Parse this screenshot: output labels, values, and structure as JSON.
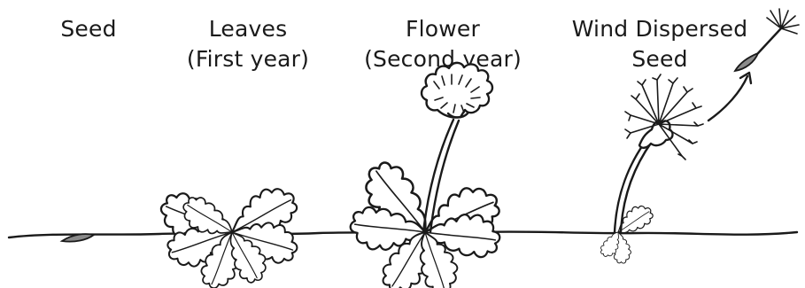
{
  "stages": [
    {
      "lines": [
        "Seed"
      ]
    },
    {
      "lines": [
        "Leaves",
        "(First year)"
      ]
    },
    {
      "lines": [
        "Flower",
        "(Second year)"
      ]
    },
    {
      "lines": [
        "Wind Dispersed",
        "Seed"
      ]
    }
  ],
  "colors": {
    "ink": "#1a1a1a",
    "seed_fill": "#8a8a8a",
    "background": "#ffffff"
  }
}
